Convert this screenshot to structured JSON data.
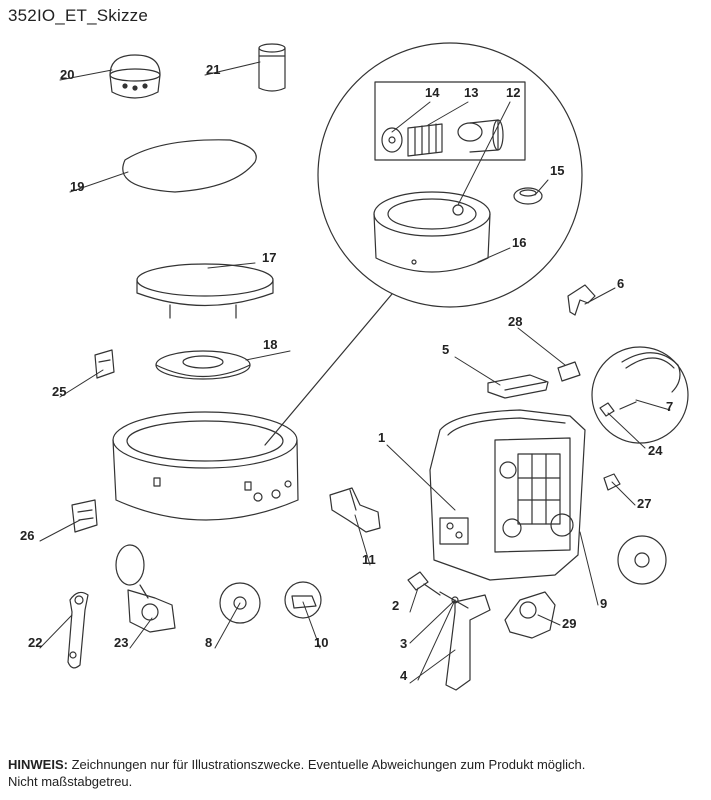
{
  "title": "352IO_ET_Skizze",
  "parts": [
    {
      "no": "1"
    },
    {
      "no": "2"
    },
    {
      "no": "3"
    },
    {
      "no": "4"
    },
    {
      "no": "5"
    },
    {
      "no": "6"
    },
    {
      "no": "7"
    },
    {
      "no": "8"
    },
    {
      "no": "9"
    },
    {
      "no": "10"
    },
    {
      "no": "11"
    },
    {
      "no": "12"
    },
    {
      "no": "13"
    },
    {
      "no": "14"
    },
    {
      "no": "15"
    },
    {
      "no": "16"
    },
    {
      "no": "17"
    },
    {
      "no": "18"
    },
    {
      "no": "19"
    },
    {
      "no": "20"
    },
    {
      "no": "21"
    },
    {
      "no": "22"
    },
    {
      "no": "23"
    },
    {
      "no": "24"
    },
    {
      "no": "25"
    },
    {
      "no": "26"
    },
    {
      "no": "27"
    },
    {
      "no": "28"
    },
    {
      "no": "29"
    }
  ],
  "note": {
    "label": "HINWEIS:",
    "line1": "Zeichnungen nur für Illustrationszwecke. Eventuelle Abweichungen zum Produkt möglich.",
    "line2": "Nicht maßstabgetreu."
  }
}
